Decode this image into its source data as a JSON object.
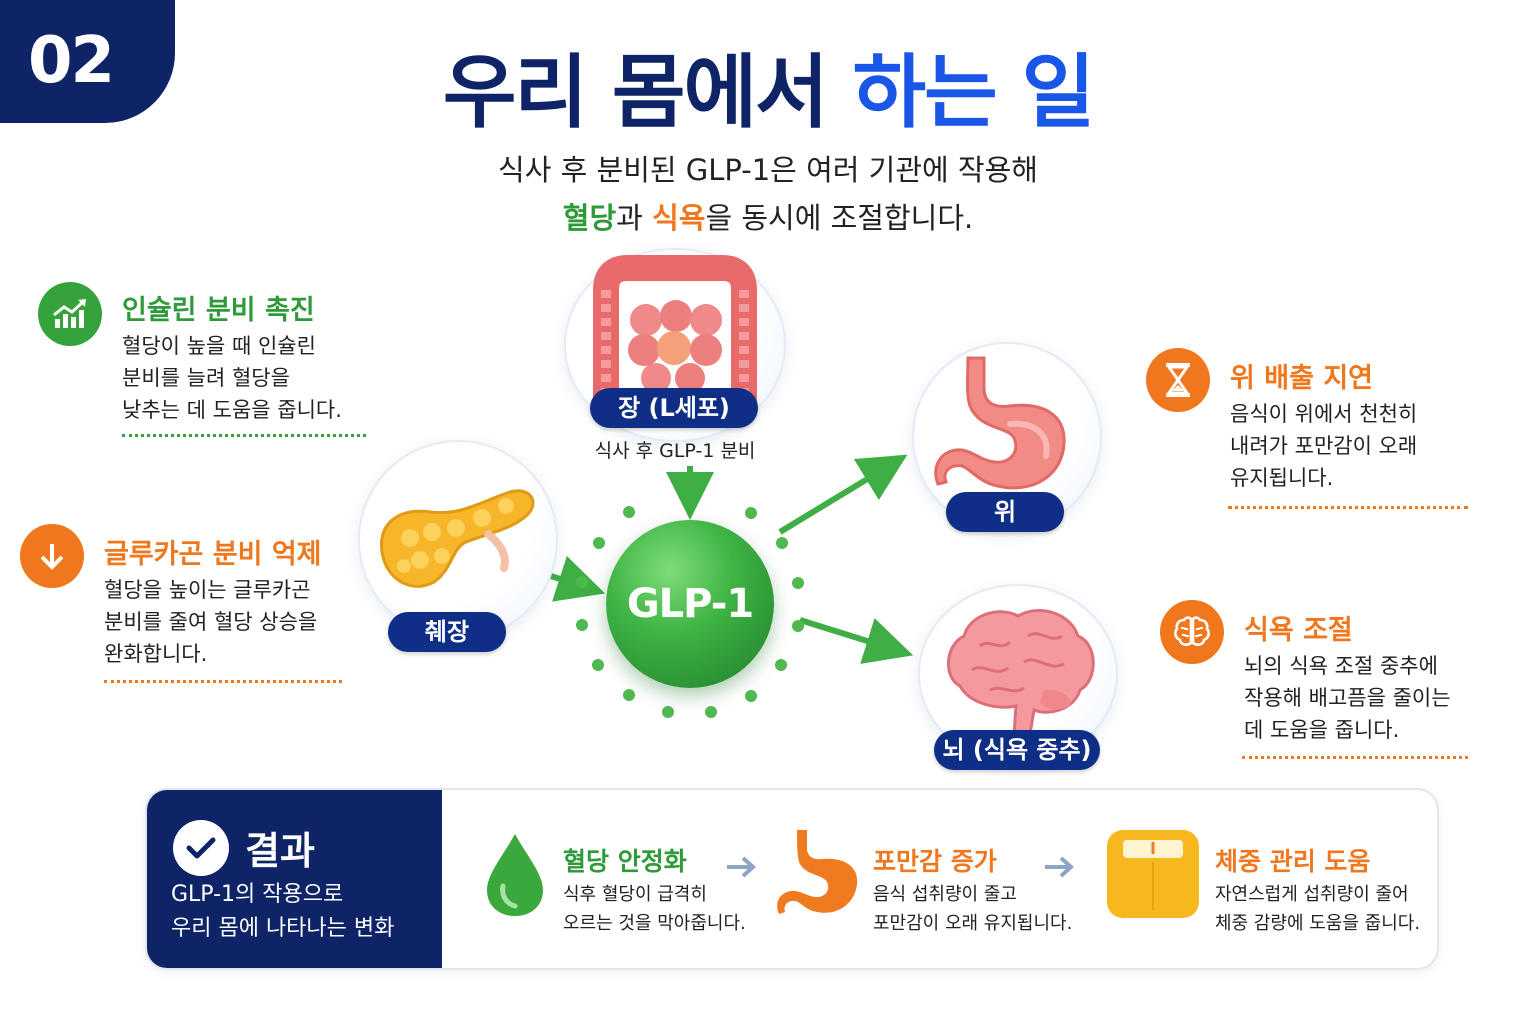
{
  "badge": "02",
  "title": {
    "part1": "우리 몸에서 ",
    "highlight": "하는 일"
  },
  "subtitle": {
    "line1": "식사 후 분비된 GLP-1은 여러 기관에 작용해",
    "line2_green": "혈당",
    "line2_mid": "과 ",
    "line2_orange": "식욕",
    "line2_end": "을 동시에 조절합니다."
  },
  "left_items": [
    {
      "title": "인슐린 분비 촉진",
      "desc": "혈당이 높을 때 인슐린\n분비를 늘려 혈당을\n낮추는 데 도움을 줍니다.",
      "icon": "chart-up-icon",
      "color": "#36a23b"
    },
    {
      "title": "글루카곤 분비 억제",
      "desc": "혈당을 높이는 글루카곤\n분비를 줄여 혈당 상승을\n완화합니다.",
      "icon": "arrow-down-icon",
      "color": "#f0771d"
    }
  ],
  "right_items": [
    {
      "title": "위 배출 지연",
      "desc": "음식이 위에서 천천히\n내려가 포만감이 오래\n유지됩니다.",
      "icon": "hourglass-icon",
      "color": "#f0771d"
    },
    {
      "title": "식욕 조절",
      "desc": "뇌의 식욕 조절 중추에\n작용해 배고픔을 줄이는\n데 도움을 줍니다.",
      "icon": "brain-icon",
      "color": "#f0771d"
    }
  ],
  "organs": {
    "intestine": {
      "label": "장 (L세포)",
      "caption": "식사 후 GLP-1 분비"
    },
    "pancreas": {
      "label": "췌장"
    },
    "stomach": {
      "label": "위"
    },
    "brain": {
      "label": "뇌 (식욕 중추)"
    }
  },
  "center": {
    "label": "GLP-1"
  },
  "result": {
    "title": "결과",
    "desc": "GLP-1의 작용으로\n우리 몸에 나타나는 변화",
    "items": [
      {
        "title": "혈당 안정화",
        "desc": "식후 혈당이 급격히\n오르는 것을 막아줍니다.",
        "icon": "drop-icon",
        "color": "#2e9a3a"
      },
      {
        "title": "포만감 증가",
        "desc": "음식 섭취량이 줄고\n포만감이 오래 유지됩니다.",
        "icon": "stomach-icon",
        "color": "#f0771d"
      },
      {
        "title": "체중 관리 도움",
        "desc": "자연스럽게 섭취량이 줄어\n체중 감량에 도움을 줍니다.",
        "icon": "scale-icon",
        "color": "#f0771d"
      }
    ]
  }
}
